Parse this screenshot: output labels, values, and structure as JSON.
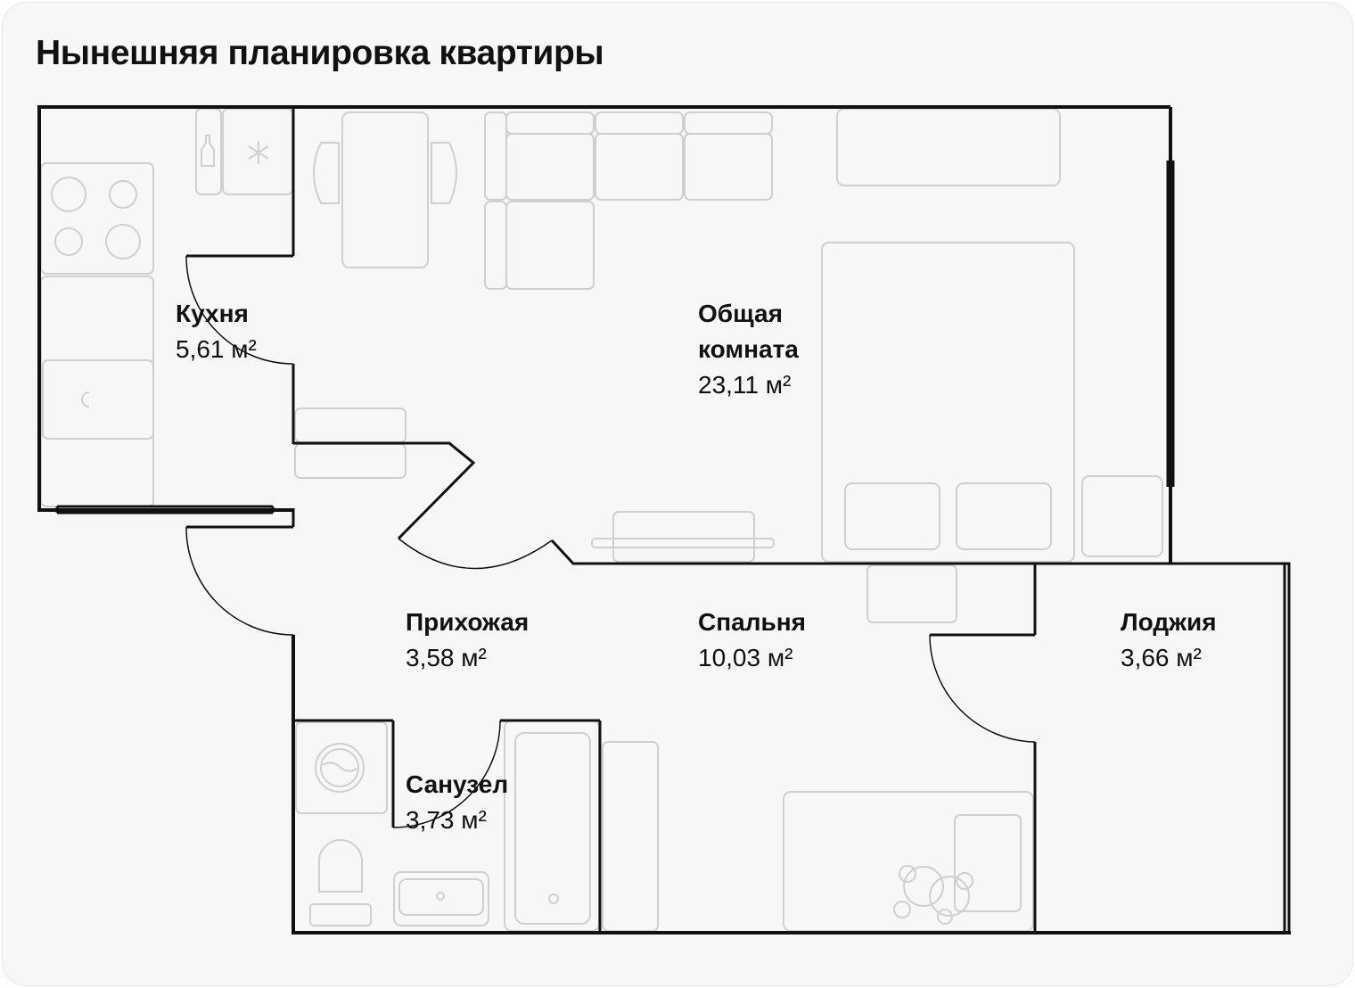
{
  "title": "Нынешняя планировка квартиры",
  "rooms": [
    {
      "name": "Кухня",
      "area": "5,61 м²"
    },
    {
      "name": "Общая комната",
      "area": "23,11 м²"
    },
    {
      "name": "Прихожая",
      "area": "3,58 м²"
    },
    {
      "name": "Спальня",
      "area": "10,03 м²"
    },
    {
      "name": "Лоджия",
      "area": "3,66 м²"
    },
    {
      "name": "Санузел",
      "area": "3,73 м²"
    }
  ],
  "colors": {
    "background": "#f7f7f7",
    "walls": "#111111",
    "furniture": "#cfcfcf",
    "text": "#111111"
  },
  "icons": [
    "snowflake-icon",
    "bottle-icon",
    "stove-icon",
    "sink-icon",
    "washing-machine-icon",
    "toilet-icon",
    "bathtub-icon",
    "teddy-bear-icon"
  ]
}
